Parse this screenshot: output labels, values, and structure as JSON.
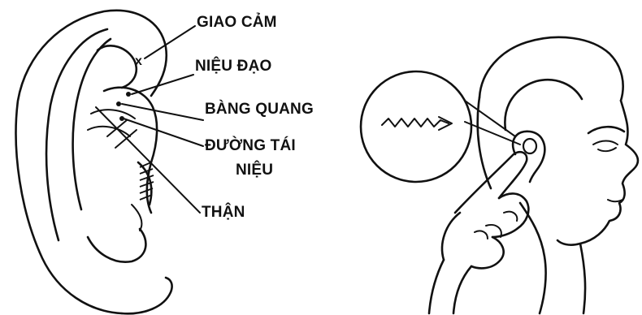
{
  "ear_labels": {
    "giao_cam": "GIAO CẢM",
    "nieu_dao": "NIỆU ĐẠO",
    "bang_quang": "BÀNG QUANG",
    "duong_tai_line1": "ĐƯỜNG TÁI",
    "duong_tai_line2": "NIỆU",
    "than": "THẬN"
  },
  "colors": {
    "ink": "#111111",
    "background": "#ffffff"
  },
  "icons": [
    "ear-drawing",
    "head-profile-drawing",
    "zigzag-arrow-icon",
    "finger-pressing-hand"
  ]
}
